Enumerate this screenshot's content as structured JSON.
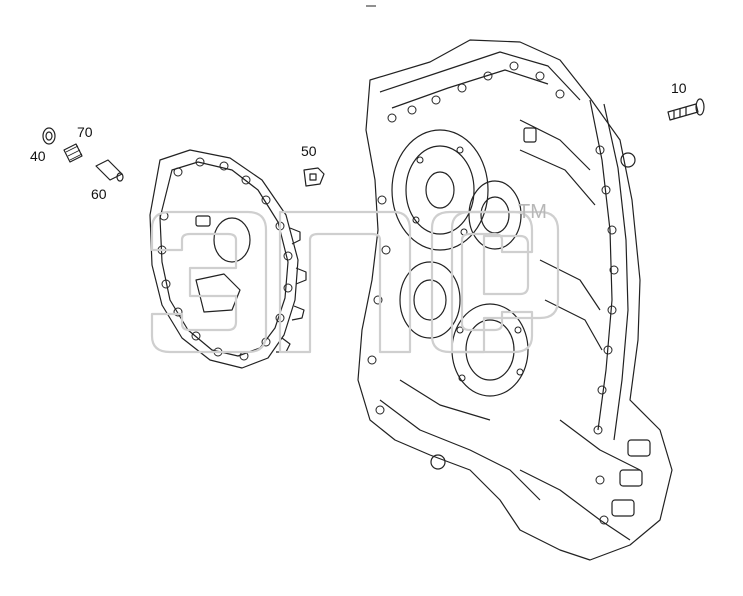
{
  "diagram": {
    "callouts": [
      {
        "id": "10",
        "text": "10"
      },
      {
        "id": "70",
        "text": "70"
      },
      {
        "id": "40",
        "text": "40"
      },
      {
        "id": "60",
        "text": "60"
      },
      {
        "id": "50",
        "text": "50"
      }
    ],
    "watermark": {
      "mark": "TM"
    },
    "colors": {
      "line": "#222222",
      "watermark": "#cfcfcf",
      "background": "#ffffff"
    }
  }
}
